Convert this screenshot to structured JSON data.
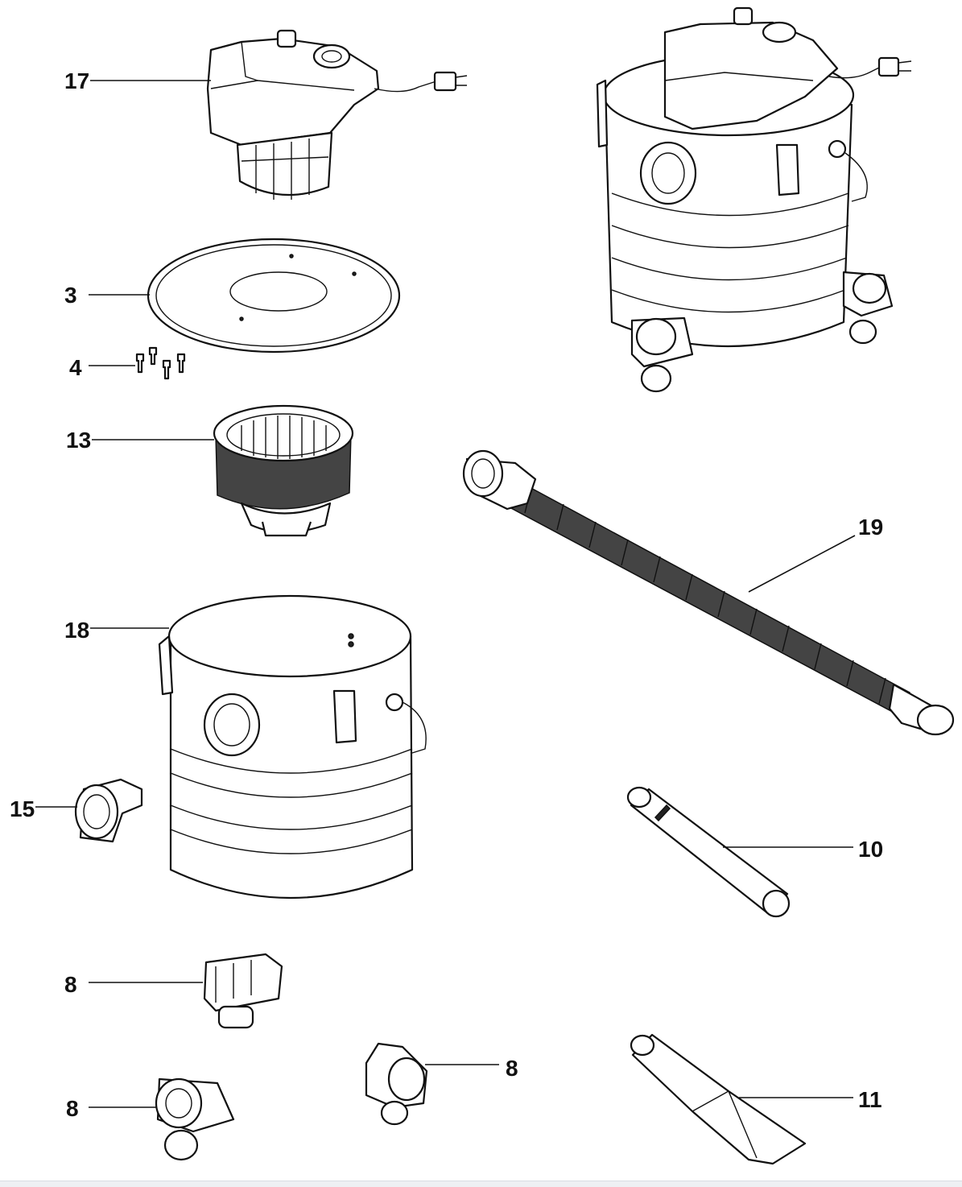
{
  "labels": {
    "power_head": "17",
    "filter_gasket": "3",
    "screws": "4",
    "cartridge_filter": "13",
    "tank": "18",
    "hose": "19",
    "tank_inlet": "15",
    "extension_wand": "10",
    "caster_bracket_a": "8",
    "caster_bracket_b": "8",
    "caster_bracket_c": "8",
    "crevice_tool": "11"
  },
  "colors": {
    "line": "#111111",
    "background": "#ffffff"
  }
}
